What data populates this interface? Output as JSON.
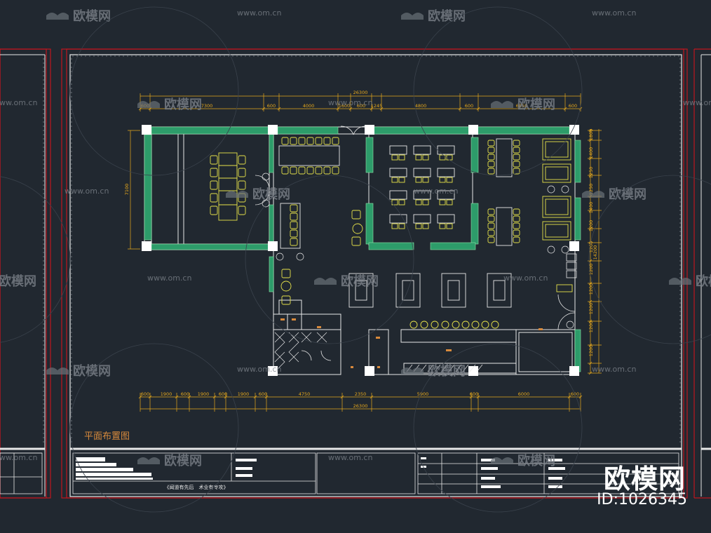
{
  "drawing": {
    "title": "平面布置图",
    "slogan": "《闻道有先后　术业有专攻》"
  },
  "dimensions": {
    "overall": "26300",
    "top": [
      "600",
      "7300",
      "600",
      "4000",
      "1600",
      "600",
      "1245",
      "4800",
      "600",
      "6850",
      "600"
    ],
    "bottom": [
      "600",
      "1900",
      "600",
      "1900",
      "600",
      "1900",
      "600",
      "4750",
      "2350",
      "5900",
      "600",
      "6000",
      "600"
    ],
    "left": "7100",
    "right_total": "14200",
    "right": [
      "1800",
      "1400",
      "1250",
      "1250",
      "1400",
      "1200",
      "1200",
      "1200",
      "1200",
      "1200",
      "1200",
      "1200"
    ]
  },
  "watermark": {
    "brand": "欧模网",
    "url": "www.om.cn"
  },
  "logo": {
    "name": "欧模网",
    "id": "ID:1026345"
  },
  "colors": {
    "background": "#212830",
    "frame": "#c0161e",
    "border": "#e8e8e8",
    "wall": "#2d9c6a",
    "furniture": "#e6e24a",
    "dimension": "#e6a81c",
    "title": "#d88a3c"
  }
}
